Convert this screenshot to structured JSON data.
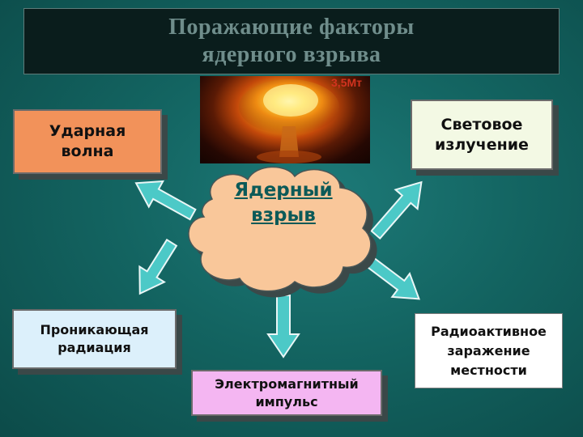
{
  "title": {
    "line1": "Поражающие факторы",
    "line2": "ядерного взрыва"
  },
  "photo": {
    "label": "3,5Мт"
  },
  "center": {
    "label": "Ядерный\nвзрыв",
    "fill": "#f9c79a"
  },
  "factors": [
    {
      "id": "shock",
      "label": "Ударная\nволна",
      "fill": "#f2925a"
    },
    {
      "id": "light",
      "label": "Световое\nизлучение",
      "fill": "#f3f9e4"
    },
    {
      "id": "penetrating",
      "label": "Проникающая\nрадиация",
      "fill": "#dcf0fb"
    },
    {
      "id": "emp",
      "label": "Электромагнитный\nимпульс",
      "fill": "#f4b6f2"
    },
    {
      "id": "radioactive",
      "label": "Радиоактивное\nзаражение\nместности",
      "fill": "#ffffff"
    }
  ],
  "colors": {
    "background": "#136461",
    "title_bar": "#0a1d1c",
    "title_text": "#6f8d8b",
    "arrow_fill": "#4cc9c7"
  }
}
